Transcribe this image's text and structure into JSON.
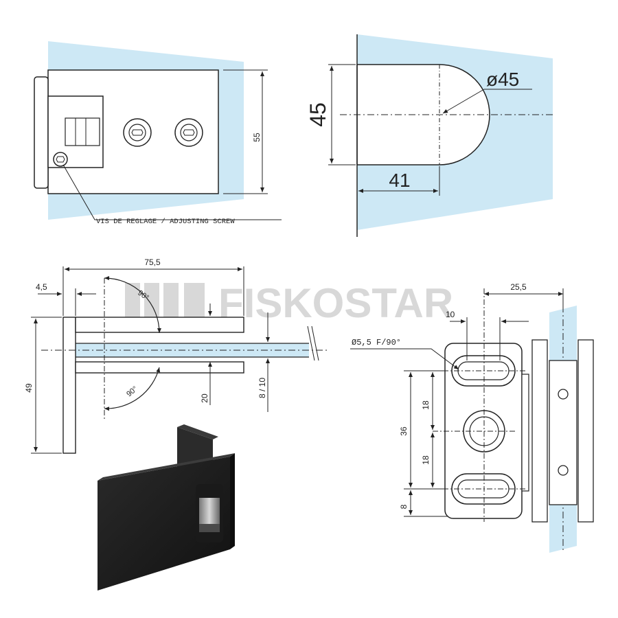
{
  "watermark": "FISKOSTAR",
  "colors": {
    "glass": "#cde8f5",
    "line": "#222222",
    "product": "#1c1c1c",
    "watermark": "#d8d8d8"
  },
  "top_left_view": {
    "dim_height": "55",
    "note": "VIS DE REGLAGE / ADJUSTING SCREW"
  },
  "top_right_view": {
    "dim_height": "45",
    "dim_diameter": "ø45",
    "dim_width": "41"
  },
  "side_view": {
    "dim_total": "75,5",
    "dim_offset": "4,5",
    "angle_top": "90°",
    "angle_bottom": "90°",
    "dim_height": "49",
    "dim_gap": "20",
    "dim_glass": "8 / 10"
  },
  "front_view": {
    "dim_right": "25,5",
    "dim_slot": "10",
    "hole_note": "Ø5,5 F/90°",
    "dim_span": "36",
    "dim_upper": "18",
    "dim_lower": "18",
    "dim_edge": "8"
  }
}
